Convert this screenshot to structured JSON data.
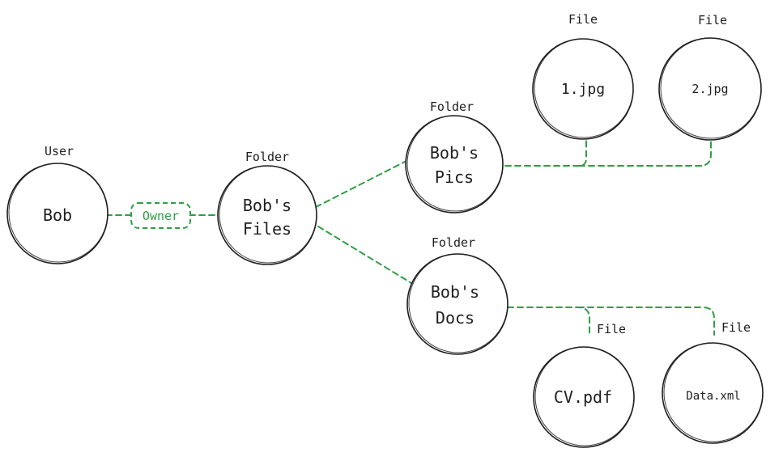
{
  "colors": {
    "edge": "#2f9e44",
    "stroke": "#1e1e1e",
    "background": "#ffffff"
  },
  "nodes": {
    "bob": {
      "type_label": "User",
      "line1": "Bob",
      "line2": ""
    },
    "bobs_files": {
      "type_label": "Folder",
      "line1": "Bob's",
      "line2": "Files"
    },
    "bobs_pics": {
      "type_label": "Folder",
      "line1": "Bob's",
      "line2": "Pics"
    },
    "bobs_docs": {
      "type_label": "Folder",
      "line1": "Bob's",
      "line2": "Docs"
    },
    "file_1jpg": {
      "type_label": "File",
      "line1": "1.jpg",
      "line2": ""
    },
    "file_2jpg": {
      "type_label": "File",
      "line1": "2.jpg",
      "line2": ""
    },
    "file_cvpdf": {
      "type_label": "File",
      "line1": "CV.pdf",
      "line2": ""
    },
    "file_dataxml": {
      "type_label": "File",
      "line1": "Data.xml",
      "line2": ""
    }
  },
  "edges": {
    "owner_label": "Owner"
  }
}
